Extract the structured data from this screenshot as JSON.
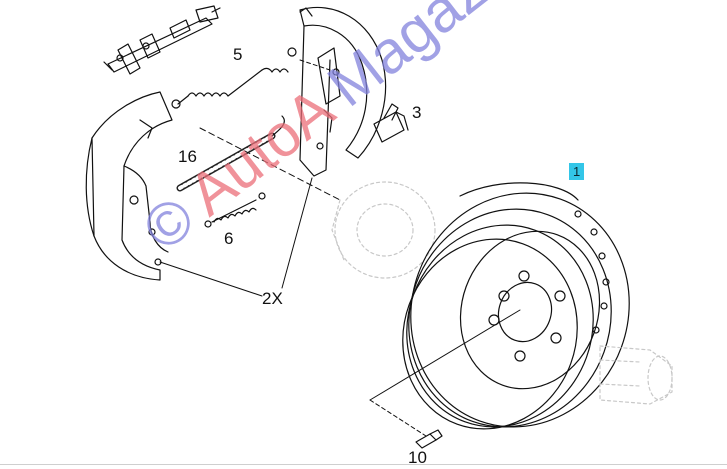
{
  "callouts": {
    "c1": "1",
    "c3": "3",
    "c5": "5",
    "c6": "6",
    "c10": "10",
    "c16": "16",
    "c2x": "2X"
  },
  "watermark": {
    "symbol": "©",
    "brand_a": "AutoA",
    "brand_b": "Magazin"
  },
  "colors": {
    "highlight": "#33c6e8",
    "watermark_red": "#eb6e78",
    "watermark_blue": "#8282dc",
    "line": "#111111"
  }
}
